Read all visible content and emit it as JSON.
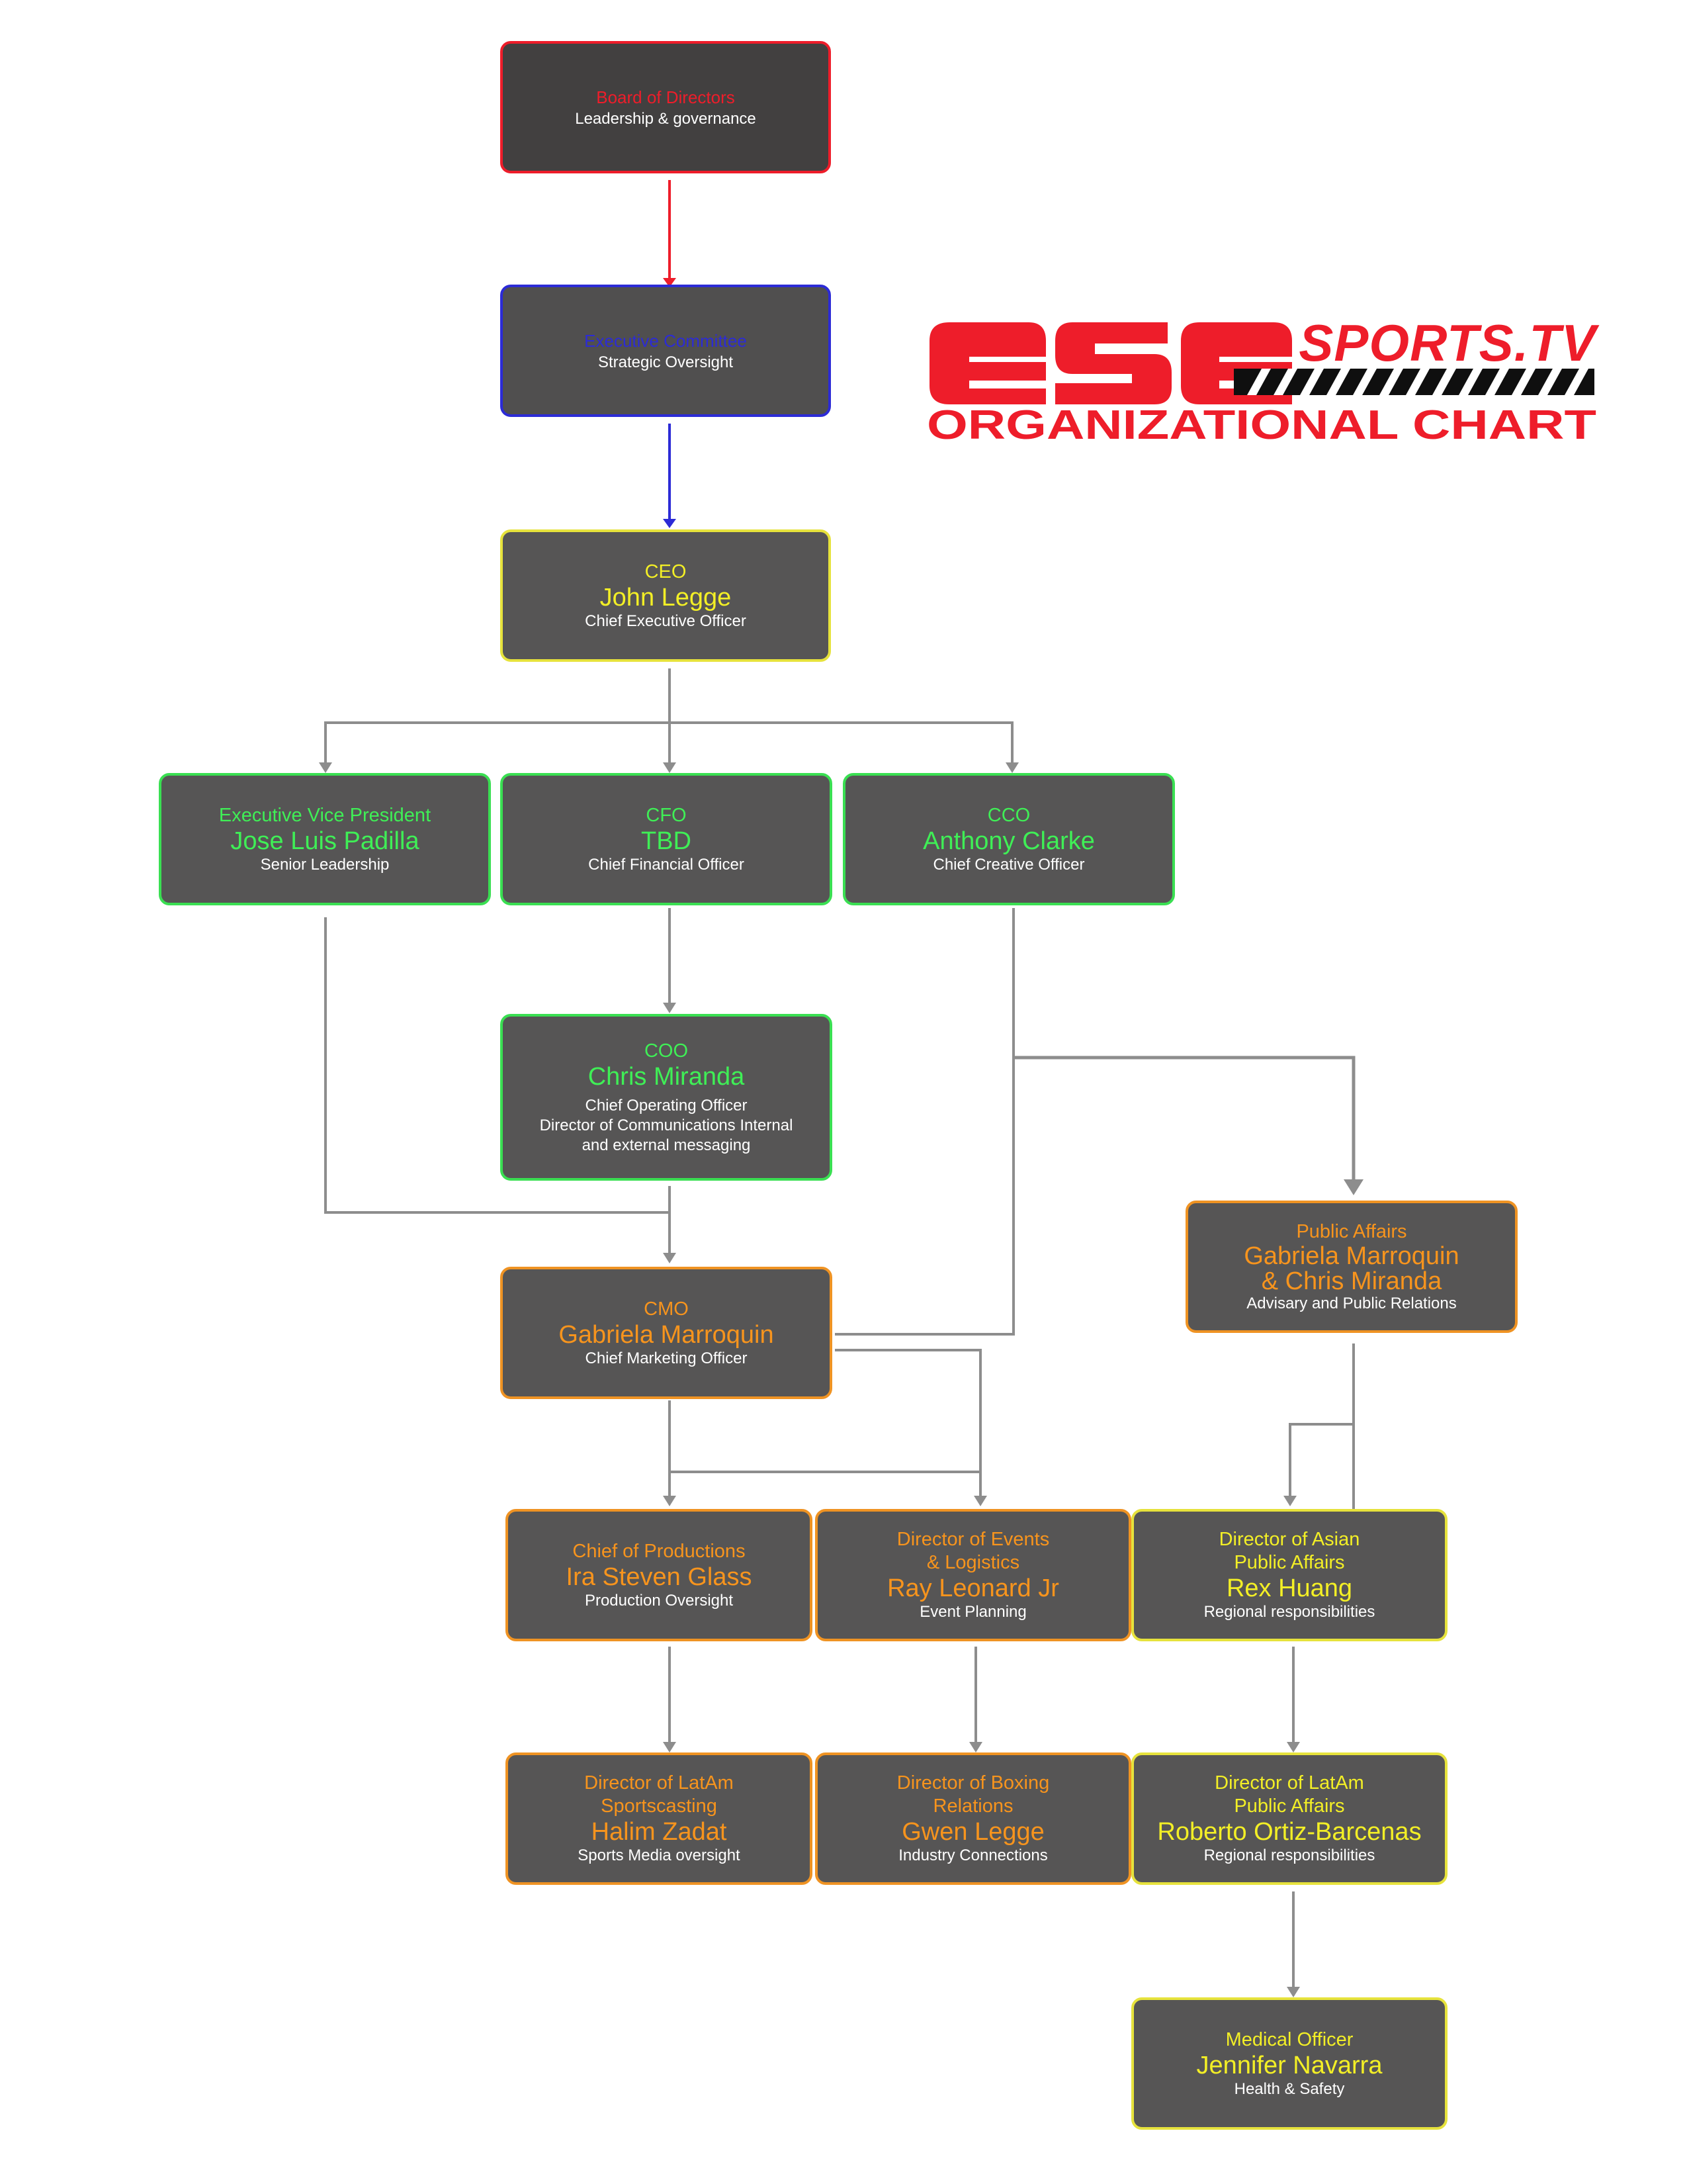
{
  "logo": {
    "mark": "ESE",
    "brand": "SPORTS.TV",
    "subtitle": "ORGANIZATIONAL CHART"
  },
  "colors": {
    "box_fill": "#565555",
    "red": "#ee1d2a",
    "blue": "#2c2bd6",
    "yellow": "#f3ef26",
    "green": "#3fef56",
    "orange": "#f7941d",
    "connector": "#8d8d8d"
  },
  "nodes": {
    "board": {
      "role": "Board of Directors",
      "desc": "Leadership & governance"
    },
    "exec_committee": {
      "role": "Executive Committee",
      "desc": "Strategic Oversight"
    },
    "ceo": {
      "role": "CEO",
      "name": "John Legge",
      "desc": "Chief Executive Officer"
    },
    "evp": {
      "role": "Executive Vice President",
      "name": "Jose Luis Padilla",
      "desc": "Senior Leadership"
    },
    "cfo": {
      "role": "CFO",
      "name": "TBD",
      "desc": "Chief Financial Officer"
    },
    "cco": {
      "role": "CCO",
      "name": "Anthony Clarke",
      "desc": "Chief Creative Officer"
    },
    "coo": {
      "role": "COO",
      "name": "Chris Miranda",
      "desc_lines": [
        "Chief Operating Officer",
        "Director of Communications Internal",
        "and external messaging"
      ]
    },
    "public_affairs": {
      "role": "Public Affairs",
      "name_lines": [
        "Gabriela Marroquin",
        "& Chris Miranda"
      ],
      "desc": "Advisary and Public Relations"
    },
    "cmo": {
      "role": "CMO",
      "name": "Gabriela Marroquin",
      "desc": "Chief Marketing Officer"
    },
    "productions": {
      "role": "Chief of Productions",
      "name": "Ira Steven Glass",
      "desc": "Production Oversight"
    },
    "events": {
      "role_lines": [
        "Director of Events",
        "& Logistics"
      ],
      "name": "Ray Leonard Jr",
      "desc": "Event Planning"
    },
    "asian_pa": {
      "role_lines": [
        "Director of Asian",
        "Public Affairs"
      ],
      "name": "Rex Huang",
      "desc": "Regional responsibilities"
    },
    "latam_sports": {
      "role_lines": [
        "Director of LatAm",
        "Sportscasting"
      ],
      "name": "Halim Zadat",
      "desc": "Sports Media oversight"
    },
    "boxing": {
      "role_lines": [
        "Director of Boxing",
        "Relations"
      ],
      "name": "Gwen Legge",
      "desc": "Industry Connections"
    },
    "latam_pa": {
      "role_lines": [
        "Director of LatAm",
        "Public Affairs"
      ],
      "name": "Roberto Ortiz-Barcenas",
      "desc": "Regional responsibilities"
    },
    "medical": {
      "role": "Medical Officer",
      "name": "Jennifer Navarra",
      "desc": "Health & Safety"
    }
  }
}
